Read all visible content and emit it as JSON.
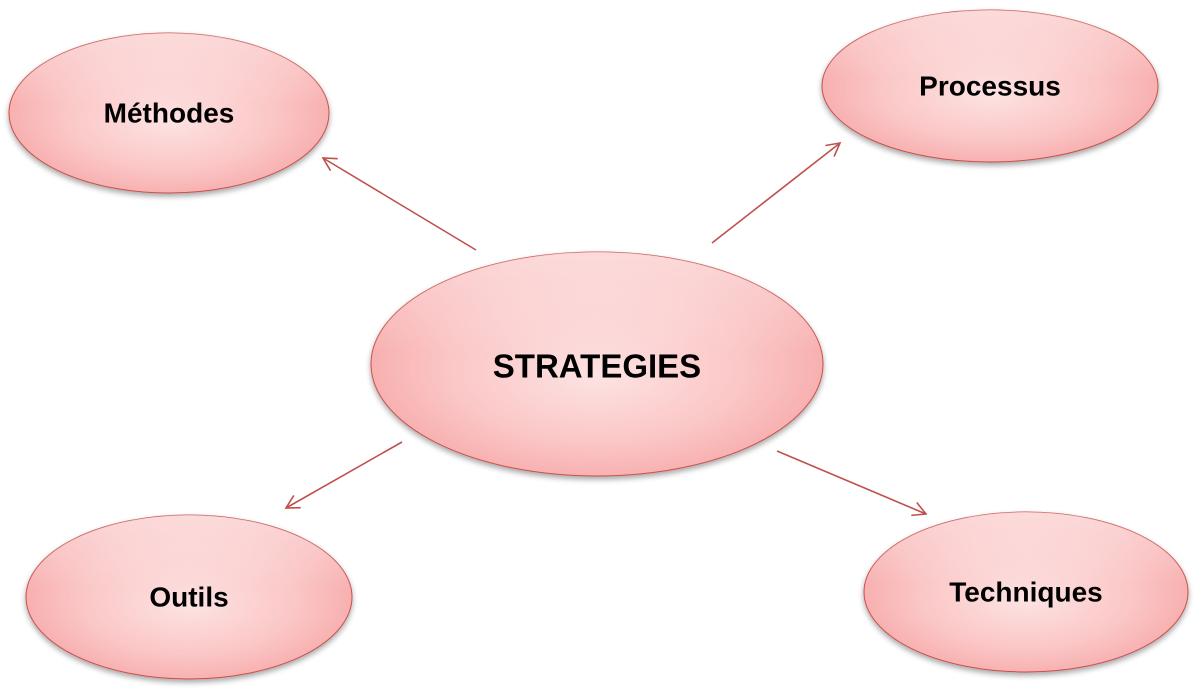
{
  "diagram": {
    "center": {
      "label": "STRATEGIES"
    },
    "nodes": [
      {
        "label": "Méthodes"
      },
      {
        "label": "Processus"
      },
      {
        "label": "Outils"
      },
      {
        "label": "Techniques"
      }
    ],
    "colors": {
      "fill_light": "#ffffff",
      "fill_mid": "#fbd0d0",
      "fill_dark": "#f7a9a9",
      "stroke": "#c9504d",
      "arrow": "#c0504d",
      "text": "#000000"
    }
  }
}
